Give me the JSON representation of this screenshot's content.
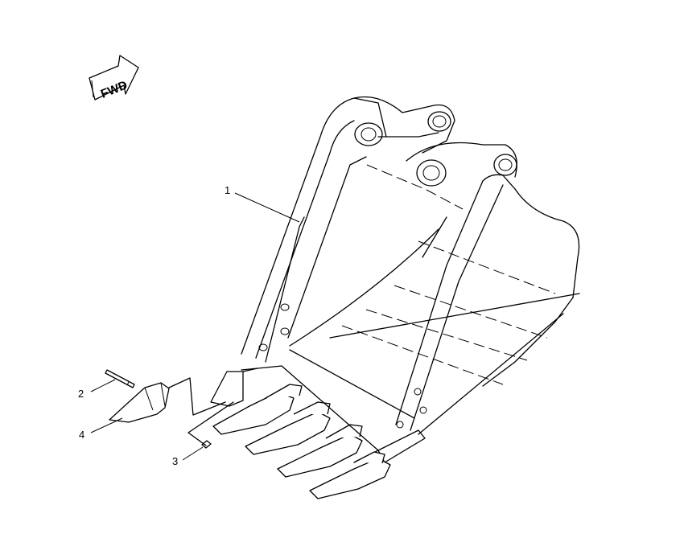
{
  "direction_label": "FWD",
  "callouts": [
    {
      "id": "1",
      "label": "1"
    },
    {
      "id": "2",
      "label": "2"
    },
    {
      "id": "3",
      "label": "3"
    },
    {
      "id": "4",
      "label": "4"
    }
  ],
  "colors": {
    "line": "#000000",
    "background": "#ffffff"
  }
}
